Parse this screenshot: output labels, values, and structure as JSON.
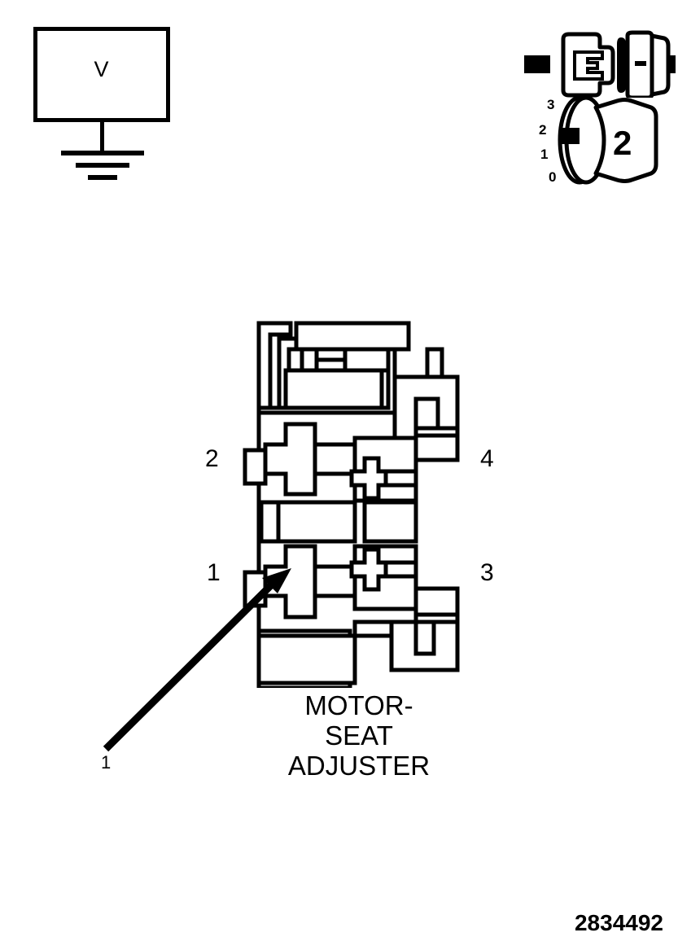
{
  "figure": {
    "number": "2834492",
    "caption_lines": [
      "MOTOR-",
      "SEAT",
      "ADJUSTER"
    ]
  },
  "voltmeter": {
    "symbol_label": "V",
    "name": "voltmeter",
    "ground_symbol": "earth-ground"
  },
  "connector_pair": {
    "name": "mated-connector-icon"
  },
  "connector_endview": {
    "scale_labels": [
      "3",
      "2",
      "1",
      "0"
    ],
    "body_label": "2",
    "marker_position": "2"
  },
  "housing": {
    "name": "motor-seat-adjuster-connector",
    "terminal_labels": {
      "left_top": "2",
      "left_bottom": "1",
      "right_top": "4",
      "right_bottom": "3"
    }
  },
  "callout": {
    "label": "1",
    "points_to": "terminal-1-cavity"
  },
  "colors": {
    "line": "#000000",
    "background": "#ffffff"
  }
}
